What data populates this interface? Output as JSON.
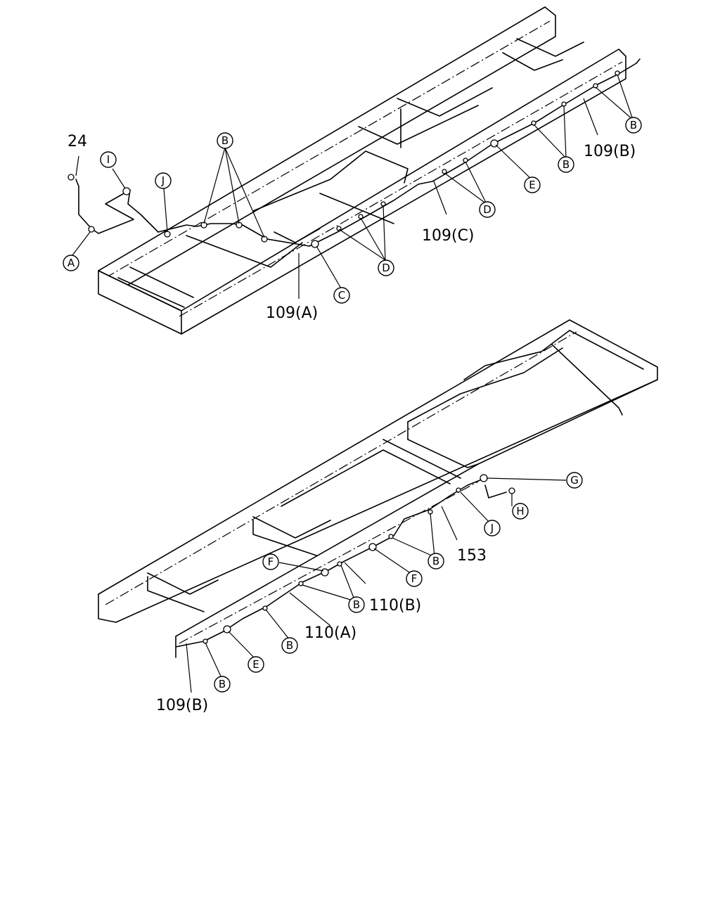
{
  "labels": {
    "part_24": "24",
    "part_109a": "109(A)",
    "part_109b_top": "109(B)",
    "part_109c": "109(C)",
    "part_153": "153",
    "part_110a": "110(A)",
    "part_110b": "110(B)",
    "part_109b_bottom": "109(B)"
  },
  "callouts": {
    "A": "A",
    "B": "B",
    "C": "C",
    "D": "D",
    "E": "E",
    "F": "F",
    "G": "G",
    "H": "H",
    "I": "I",
    "J": "J"
  }
}
